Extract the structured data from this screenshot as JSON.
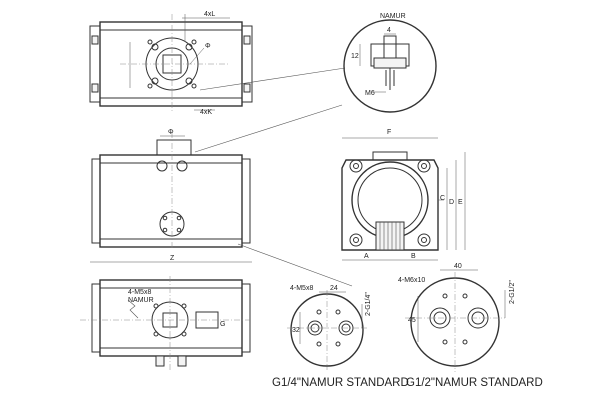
{
  "labels": {
    "top_4xL": "4xL",
    "top_phi": "Φ",
    "top_4xK": "4xK",
    "namur": "NAMUR",
    "det_4": "4",
    "det_12": "12",
    "det_m6": "M6",
    "mid_phi": "Φ",
    "mid_z": "Z",
    "side_F": "F",
    "side_A": "A",
    "side_B": "B",
    "side_C": "C",
    "side_D": "D",
    "side_E": "E",
    "bot_m5": "4-M5x8",
    "bot_namur": "NAMUR",
    "bot_G": "G",
    "f1_4m5": "4-M5x8",
    "f1_24": "24",
    "f1_32": "32",
    "f1_g14": "2-G1/4\"",
    "f2_4m6": "4-M6x10",
    "f2_40": "40",
    "f2_45": "45",
    "f2_g12": "2-G1/2\""
  },
  "captions": {
    "left": "G1/4\"NAMUR STANDARD",
    "right": "G1/2\"NAMUR STANDARD"
  }
}
